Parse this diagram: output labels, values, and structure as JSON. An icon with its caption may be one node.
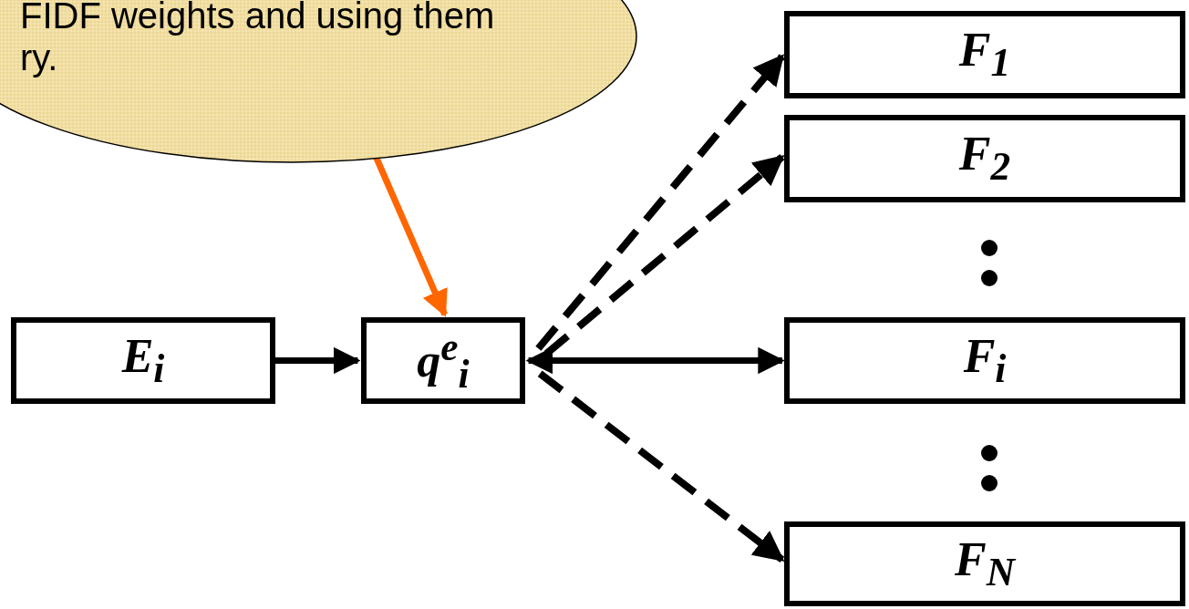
{
  "diagram": {
    "nodes": [
      {
        "text": [
          "FIDF weights and using them ry."
        ]
      },
      {
        "text": [
          "E$_{i}$"
        ]
      },
      {
        "text": [
          "q$^{e}$$_{i}$"
        ]
      },
      {
        "text": [
          "F$_{1}$"
        ]
      },
      {
        "text": [
          "F$_{2}$"
        ]
      },
      {
        "text": [
          "F$_{i}$"
        ]
      },
      {
        "text": [
          "F$_{N}$"
        ]
      }
    ],
    "edges": [
      {
        "from": 0,
        "to": 2,
        "arrow": "to",
        "color": "#ff6600"
      },
      {
        "from": 1,
        "to": 2,
        "arrow": "to"
      },
      {
        "from": 2,
        "to": 3,
        "arrow": "to",
        "style": "dashed"
      },
      {
        "from": 2,
        "to": 4,
        "arrow": "to",
        "style": "dashed"
      },
      {
        "from": 2,
        "to": 5,
        "arrow": "both"
      },
      {
        "from": 2,
        "to": 6,
        "arrow": "to",
        "style": "dashed"
      }
    ]
  }
}
